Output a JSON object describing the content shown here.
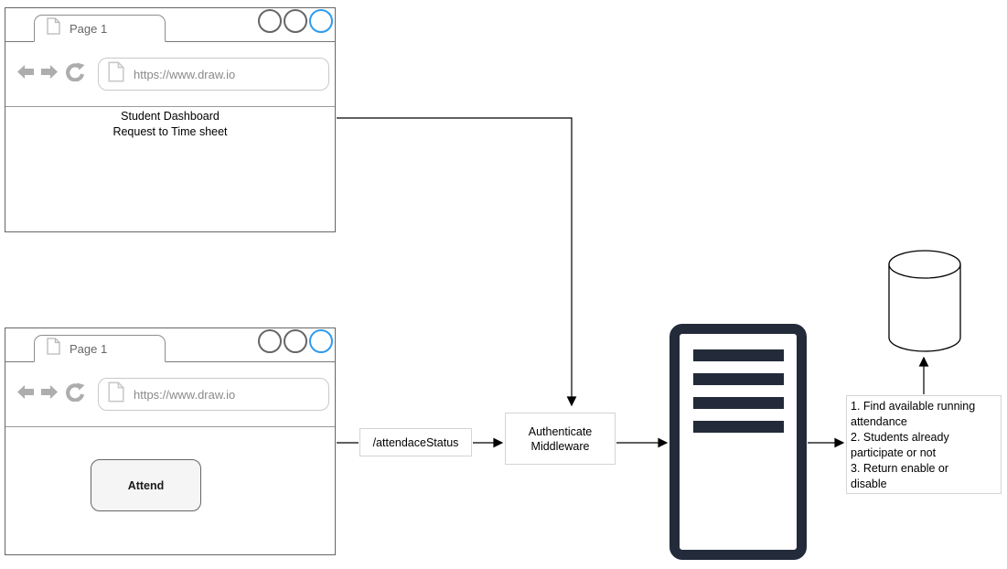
{
  "colors": {
    "window_border": "#666666",
    "accent_blue": "#2D9BF0",
    "server_navy": "#232b3a",
    "light_box_border": "#d4d4d4",
    "muted_text": "#8a8a8a",
    "nav_icon_gray": "#adadad",
    "button_fill": "#f5f5f5"
  },
  "icons": {
    "tab_page_icon": "page-outline",
    "url_page_icon": "page-outline",
    "back_icon": "solid-arrow-left",
    "forward_icon": "solid-arrow-right",
    "reload_icon": "circular-arrow",
    "window_controls": "three-circles",
    "server_icon": "rack-server",
    "database_icon": "cylinder"
  },
  "browser_top": {
    "tab_label": "Page 1",
    "url": "https://www.draw.io",
    "content_text": "Student Dashboard\nRequest to Time sheet"
  },
  "browser_bottom": {
    "tab_label": "Page 1",
    "url": "https://www.draw.io",
    "attend_button_label": "Attend"
  },
  "flow": {
    "route_box_label": "/attendaceStatus",
    "middleware_box_label": "Authenticate\nMiddleware",
    "result_box_text": "1. Find available running\nattendance\n2. Students already\nparticipate or not\n3. Return enable or\ndisable"
  }
}
